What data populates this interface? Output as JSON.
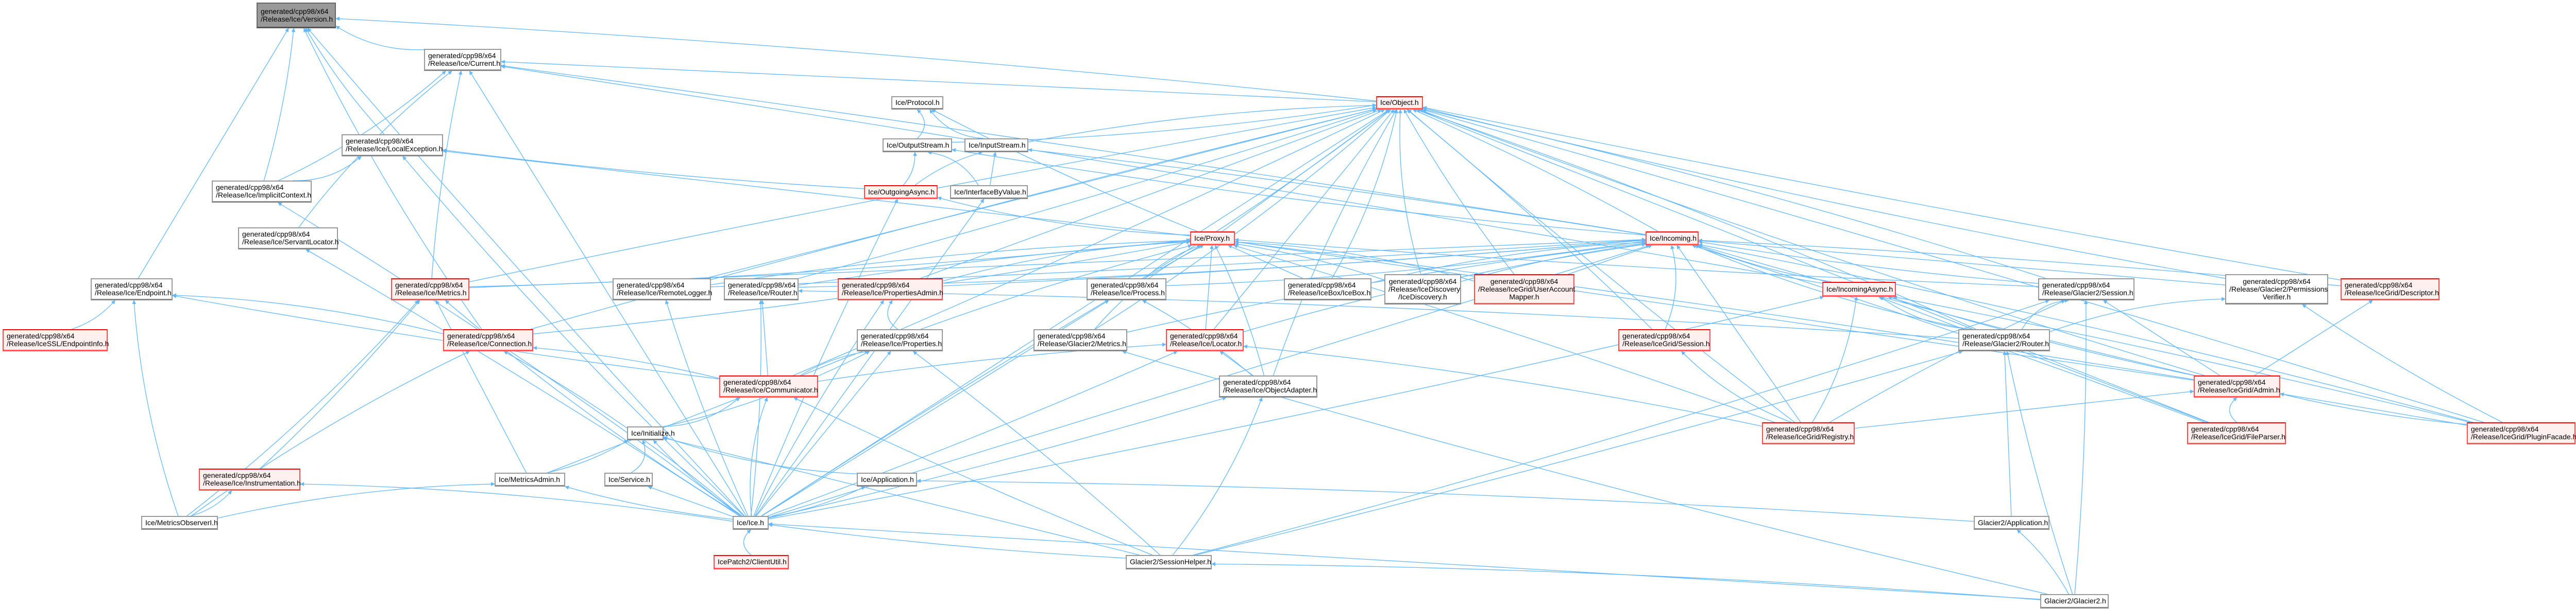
{
  "diagram": {
    "type": "include-dependency-graph",
    "title": "generated/cpp98/x64/Release/Ice/Version.h",
    "edge_color": "#63b8ff",
    "colors": {
      "current_fill": "#999999",
      "linked_border": "#999999",
      "truncated_border": "#ff0000",
      "truncated_fill": "#fff0f0",
      "edge": "#63b8ff"
    },
    "nodes": [
      {
        "id": "version",
        "label": "generated/cpp98/x64\n/Release/Ice/Version.h",
        "kind": "current"
      },
      {
        "id": "current",
        "label": "generated/cpp98/x64\n/Release/Ice/Current.h",
        "kind": "plain"
      },
      {
        "id": "protocol",
        "label": "Ice/Protocol.h",
        "kind": "plain"
      },
      {
        "id": "object",
        "label": "Ice/Object.h",
        "kind": "red"
      },
      {
        "id": "localexception",
        "label": "generated/cpp98/x64\n/Release/Ice/LocalException.h",
        "kind": "plain"
      },
      {
        "id": "outputstream",
        "label": "Ice/OutputStream.h",
        "kind": "plain"
      },
      {
        "id": "inputstream",
        "label": "Ice/InputStream.h",
        "kind": "plain"
      },
      {
        "id": "implicitcontext",
        "label": "generated/cpp98/x64\n/Release/Ice/ImplicitContext.h",
        "kind": "plain"
      },
      {
        "id": "outgoingasync",
        "label": "Ice/OutgoingAsync.h",
        "kind": "red"
      },
      {
        "id": "interfacebyvalue",
        "label": "Ice/InterfaceByValue.h",
        "kind": "plain"
      },
      {
        "id": "servantlocator",
        "label": "generated/cpp98/x64\n/Release/Ice/ServantLocator.h",
        "kind": "plain"
      },
      {
        "id": "proxy",
        "label": "Ice/Proxy.h",
        "kind": "red"
      },
      {
        "id": "incoming",
        "label": "Ice/Incoming.h",
        "kind": "red"
      },
      {
        "id": "endpoint",
        "label": "generated/cpp98/x64\n/Release/Ice/Endpoint.h",
        "kind": "plain"
      },
      {
        "id": "metrics",
        "label": "generated/cpp98/x64\n/Release/Ice/Metrics.h",
        "kind": "red"
      },
      {
        "id": "remotelogger",
        "label": "generated/cpp98/x64\n/Release/Ice/RemoteLogger.h",
        "kind": "plain"
      },
      {
        "id": "router",
        "label": "generated/cpp98/x64\n/Release/Ice/Router.h",
        "kind": "plain"
      },
      {
        "id": "propertiesadmin",
        "label": "generated/cpp98/x64\n/Release/Ice/PropertiesAdmin.h",
        "kind": "red"
      },
      {
        "id": "process",
        "label": "generated/cpp98/x64\n/Release/Ice/Process.h",
        "kind": "plain"
      },
      {
        "id": "icebox",
        "label": "generated/cpp98/x64\n/Release/IceBox/IceBox.h",
        "kind": "plain"
      },
      {
        "id": "icediscovery",
        "label": "generated/cpp98/x64\n/Release/IceDiscovery\n/IceDiscovery.h",
        "kind": "plain"
      },
      {
        "id": "useraccountmapper",
        "label": "generated/cpp98/x64\n/Release/IceGrid/UserAccount\nMapper.h",
        "kind": "red"
      },
      {
        "id": "incomingasync",
        "label": "Ice/IncomingAsync.h",
        "kind": "red"
      },
      {
        "id": "g2session",
        "label": "generated/cpp98/x64\n/Release/Glacier2/Session.h",
        "kind": "plain"
      },
      {
        "id": "permissionsverifier",
        "label": "generated/cpp98/x64\n/Release/Glacier2/Permissions\nVerifier.h",
        "kind": "plain"
      },
      {
        "id": "descriptor",
        "label": "generated/cpp98/x64\n/Release/IceGrid/Descriptor.h",
        "kind": "red"
      },
      {
        "id": "endpointinfo",
        "label": "generated/cpp98/x64\n/Release/IceSSL/EndpointInfo.h",
        "kind": "red"
      },
      {
        "id": "connection",
        "label": "generated/cpp98/x64\n/Release/Ice/Connection.h",
        "kind": "red"
      },
      {
        "id": "properties",
        "label": "generated/cpp98/x64\n/Release/Ice/Properties.h",
        "kind": "plain"
      },
      {
        "id": "g2metrics",
        "label": "generated/cpp98/x64\n/Release/Glacier2/Metrics.h",
        "kind": "plain"
      },
      {
        "id": "locator",
        "label": "generated/cpp98/x64\n/Release/Ice/Locator.h",
        "kind": "red"
      },
      {
        "id": "gridsession",
        "label": "generated/cpp98/x64\n/Release/IceGrid/Session.h",
        "kind": "red"
      },
      {
        "id": "g2router",
        "label": "generated/cpp98/x64\n/Release/Glacier2/Router.h",
        "kind": "plain"
      },
      {
        "id": "communicator",
        "label": "generated/cpp98/x64\n/Release/Ice/Communicator.h",
        "kind": "red"
      },
      {
        "id": "objectadapter",
        "label": "generated/cpp98/x64\n/Release/Ice/ObjectAdapter.h",
        "kind": "plain"
      },
      {
        "id": "gridadmin",
        "label": "generated/cpp98/x64\n/Release/IceGrid/Admin.h",
        "kind": "red"
      },
      {
        "id": "initialize",
        "label": "Ice/Initialize.h",
        "kind": "plain"
      },
      {
        "id": "registry",
        "label": "generated/cpp98/x64\n/Release/IceGrid/Registry.h",
        "kind": "red"
      },
      {
        "id": "fileparser",
        "label": "generated/cpp98/x64\n/Release/IceGrid/FileParser.h",
        "kind": "red"
      },
      {
        "id": "pluginfacade",
        "label": "generated/cpp98/x64\n/Release/IceGrid/PluginFacade.h",
        "kind": "red"
      },
      {
        "id": "instrumentation",
        "label": "generated/cpp98/x64\n/Release/Ice/Instrumentation.h",
        "kind": "red"
      },
      {
        "id": "metricsadmin",
        "label": "Ice/MetricsAdmin.h",
        "kind": "plain"
      },
      {
        "id": "service",
        "label": "Ice/Service.h",
        "kind": "plain"
      },
      {
        "id": "application",
        "label": "Ice/Application.h",
        "kind": "plain"
      },
      {
        "id": "metricsobserver",
        "label": "Ice/MetricsObserverI.h",
        "kind": "plain"
      },
      {
        "id": "iceh",
        "label": "Ice/Ice.h",
        "kind": "plain"
      },
      {
        "id": "g2application",
        "label": "Glacier2/Application.h",
        "kind": "plain"
      },
      {
        "id": "clientutil",
        "label": "IcePatch2/ClientUtil.h",
        "kind": "red"
      },
      {
        "id": "sessionhelper",
        "label": "Glacier2/SessionHelper.h",
        "kind": "plain"
      },
      {
        "id": "glacier2",
        "label": "Glacier2/Glacier2.h",
        "kind": "plain"
      }
    ],
    "edges": [
      [
        "current",
        "version"
      ],
      [
        "localexception",
        "version"
      ],
      [
        "endpoint",
        "version"
      ],
      [
        "implicitcontext",
        "version"
      ],
      [
        "object",
        "version"
      ],
      [
        "connection",
        "version"
      ],
      [
        "iceh",
        "version"
      ],
      [
        "object",
        "current"
      ],
      [
        "incoming",
        "current"
      ],
      [
        "implicitcontext",
        "current"
      ],
      [
        "servantlocator",
        "current"
      ],
      [
        "metrics",
        "current"
      ],
      [
        "iceh",
        "current"
      ],
      [
        "incomingasync",
        "current"
      ],
      [
        "outputstream",
        "protocol"
      ],
      [
        "inputstream",
        "protocol"
      ],
      [
        "proxy",
        "protocol"
      ],
      [
        "proxy",
        "object"
      ],
      [
        "incoming",
        "object"
      ],
      [
        "outputstream",
        "object"
      ],
      [
        "inputstream",
        "object"
      ],
      [
        "metrics",
        "object"
      ],
      [
        "propertiesadmin",
        "object"
      ],
      [
        "process",
        "object"
      ],
      [
        "icebox",
        "object"
      ],
      [
        "icediscovery",
        "object"
      ],
      [
        "useraccountmapper",
        "object"
      ],
      [
        "remotelogger",
        "object"
      ],
      [
        "router",
        "object"
      ],
      [
        "g2session",
        "object"
      ],
      [
        "permissionsverifier",
        "object"
      ],
      [
        "descriptor",
        "object"
      ],
      [
        "locator",
        "object"
      ],
      [
        "gridsession",
        "object"
      ],
      [
        "g2router",
        "object"
      ],
      [
        "gridadmin",
        "object"
      ],
      [
        "registry",
        "object"
      ],
      [
        "fileparser",
        "object"
      ],
      [
        "pluginfacade",
        "object"
      ],
      [
        "g2metrics",
        "object"
      ],
      [
        "objectadapter",
        "object"
      ],
      [
        "connection",
        "object"
      ],
      [
        "iceh",
        "object"
      ],
      [
        "communicator",
        "object"
      ],
      [
        "implicitcontext",
        "localexception"
      ],
      [
        "iceh",
        "localexception"
      ],
      [
        "outgoingasync",
        "localexception"
      ],
      [
        "proxy",
        "localexception"
      ],
      [
        "outgoingasync",
        "outputstream"
      ],
      [
        "interfacebyvalue",
        "outputstream"
      ],
      [
        "incoming",
        "outputstream"
      ],
      [
        "outgoingasync",
        "inputstream"
      ],
      [
        "interfacebyvalue",
        "inputstream"
      ],
      [
        "incoming",
        "inputstream"
      ],
      [
        "iceh",
        "implicitcontext"
      ],
      [
        "proxy",
        "outgoingasync"
      ],
      [
        "iceh",
        "outgoingasync"
      ],
      [
        "iceh",
        "interfacebyvalue"
      ],
      [
        "iceh",
        "servantlocator"
      ],
      [
        "metrics",
        "proxy"
      ],
      [
        "propertiesadmin",
        "proxy"
      ],
      [
        "process",
        "proxy"
      ],
      [
        "icebox",
        "proxy"
      ],
      [
        "icediscovery",
        "proxy"
      ],
      [
        "useraccountmapper",
        "proxy"
      ],
      [
        "remotelogger",
        "proxy"
      ],
      [
        "router",
        "proxy"
      ],
      [
        "locator",
        "proxy"
      ],
      [
        "objectadapter",
        "proxy"
      ],
      [
        "connection",
        "proxy"
      ],
      [
        "communicator",
        "proxy"
      ],
      [
        "g2session",
        "proxy"
      ],
      [
        "gridadmin",
        "proxy"
      ],
      [
        "registry",
        "proxy"
      ],
      [
        "pluginfacade",
        "proxy"
      ],
      [
        "g2metrics",
        "proxy"
      ],
      [
        "iceh",
        "proxy"
      ],
      [
        "metrics",
        "incoming"
      ],
      [
        "propertiesadmin",
        "incoming"
      ],
      [
        "process",
        "incoming"
      ],
      [
        "icebox",
        "incoming"
      ],
      [
        "icediscovery",
        "incoming"
      ],
      [
        "useraccountmapper",
        "incoming"
      ],
      [
        "remotelogger",
        "incoming"
      ],
      [
        "router",
        "incoming"
      ],
      [
        "locator",
        "incoming"
      ],
      [
        "g2session",
        "incoming"
      ],
      [
        "permissionsverifier",
        "incoming"
      ],
      [
        "descriptor",
        "incoming"
      ],
      [
        "gridsession",
        "incoming"
      ],
      [
        "g2router",
        "incoming"
      ],
      [
        "gridadmin",
        "incoming"
      ],
      [
        "registry",
        "incoming"
      ],
      [
        "fileparser",
        "incoming"
      ],
      [
        "pluginfacade",
        "incoming"
      ],
      [
        "g2metrics",
        "incoming"
      ],
      [
        "incomingasync",
        "incoming"
      ],
      [
        "iceh",
        "incoming"
      ],
      [
        "endpointinfo",
        "endpoint"
      ],
      [
        "connection",
        "endpoint"
      ],
      [
        "metricsobserver",
        "endpoint"
      ],
      [
        "communicator",
        "endpoint"
      ],
      [
        "metricsadmin",
        "metrics"
      ],
      [
        "instrumentation",
        "metrics"
      ],
      [
        "metricsobserver",
        "metrics"
      ],
      [
        "iceh",
        "metrics"
      ],
      [
        "iceh",
        "remotelogger"
      ],
      [
        "communicator",
        "router"
      ],
      [
        "iceh",
        "router"
      ],
      [
        "g2router",
        "router"
      ],
      [
        "properties",
        "propertiesadmin"
      ],
      [
        "iceh",
        "propertiesadmin"
      ],
      [
        "iceh",
        "process"
      ],
      [
        "objectadapter",
        "process"
      ],
      [
        "registry",
        "incomingasync"
      ],
      [
        "g2router",
        "incomingasync"
      ],
      [
        "gridadmin",
        "incomingasync"
      ],
      [
        "fileparser",
        "incomingasync"
      ],
      [
        "pluginfacade",
        "incomingasync"
      ],
      [
        "iceh",
        "incomingasync"
      ],
      [
        "g2router",
        "g2session"
      ],
      [
        "registry",
        "g2session"
      ],
      [
        "gridadmin",
        "g2session"
      ],
      [
        "glacier2",
        "g2session"
      ],
      [
        "sessionhelper",
        "g2session"
      ],
      [
        "g2router",
        "permissionsverifier"
      ],
      [
        "pluginfacade",
        "permissionsverifier"
      ],
      [
        "gridadmin",
        "descriptor"
      ],
      [
        "communicator",
        "connection"
      ],
      [
        "iceh",
        "connection"
      ],
      [
        "metricsobserver",
        "connection"
      ],
      [
        "communicator",
        "properties"
      ],
      [
        "iceh",
        "properties"
      ],
      [
        "sessionhelper",
        "properties"
      ],
      [
        "initialize",
        "properties"
      ],
      [
        "glacier2",
        "g2metrics"
      ],
      [
        "communicator",
        "locator"
      ],
      [
        "objectadapter",
        "locator"
      ],
      [
        "iceh",
        "locator"
      ],
      [
        "registry",
        "locator"
      ],
      [
        "registry",
        "gridsession"
      ],
      [
        "glacier2",
        "g2router"
      ],
      [
        "g2application",
        "g2router"
      ],
      [
        "sessionhelper",
        "g2router"
      ],
      [
        "initialize",
        "communicator"
      ],
      [
        "iceh",
        "communicator"
      ],
      [
        "sessionhelper",
        "communicator"
      ],
      [
        "metricsadmin",
        "communicator"
      ],
      [
        "iceh",
        "objectadapter"
      ],
      [
        "sessionhelper",
        "objectadapter"
      ],
      [
        "fileparser",
        "gridadmin"
      ],
      [
        "pluginfacade",
        "gridadmin"
      ],
      [
        "registry",
        "gridadmin"
      ],
      [
        "metricsadmin",
        "initialize"
      ],
      [
        "service",
        "initialize"
      ],
      [
        "application",
        "initialize"
      ],
      [
        "iceh",
        "initialize"
      ],
      [
        "sessionhelper",
        "initialize"
      ],
      [
        "metricsobserver",
        "instrumentation"
      ],
      [
        "iceh",
        "instrumentation"
      ],
      [
        "metricsobserver",
        "metricsadmin"
      ],
      [
        "iceh",
        "metricsadmin"
      ],
      [
        "iceh",
        "service"
      ],
      [
        "iceh",
        "application"
      ],
      [
        "g2application",
        "application"
      ],
      [
        "clientutil",
        "iceh"
      ],
      [
        "sessionhelper",
        "iceh"
      ],
      [
        "glacier2",
        "iceh"
      ],
      [
        "glacier2",
        "g2application"
      ],
      [
        "glacier2",
        "sessionhelper"
      ]
    ]
  }
}
